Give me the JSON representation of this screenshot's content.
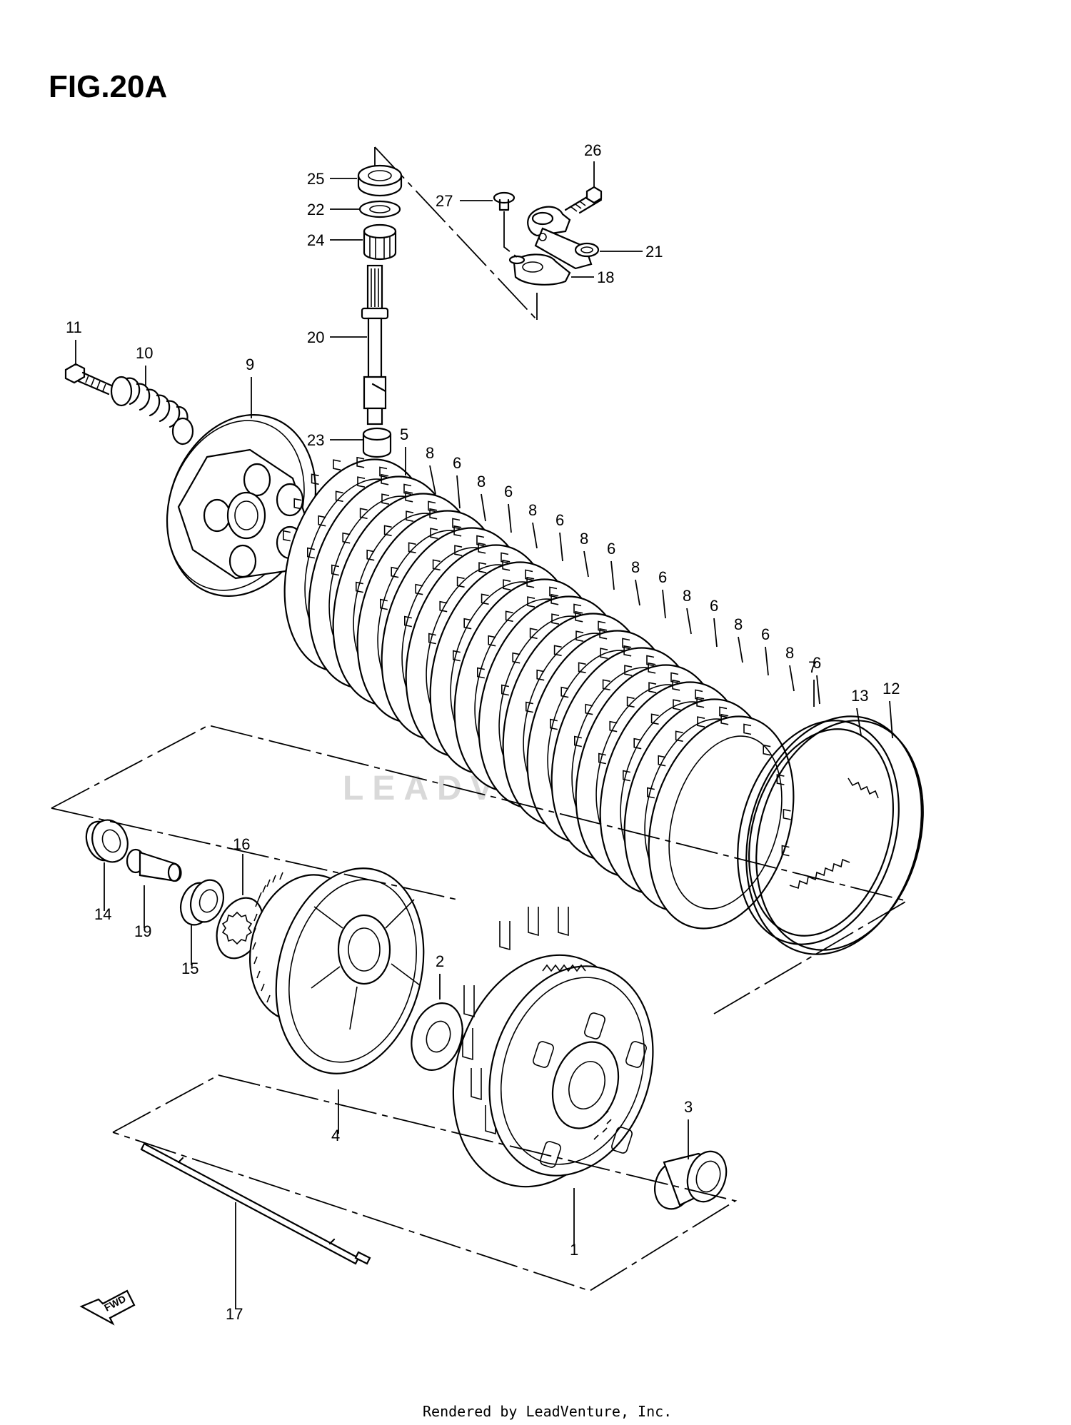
{
  "title": "FIG.20A",
  "footer": "Rendered by LeadVenture, Inc.",
  "watermark": "LEADVENTURE",
  "fwd_label": "FWD",
  "callouts": [
    {
      "id": "c1",
      "label": "1"
    },
    {
      "id": "c2",
      "label": "2"
    },
    {
      "id": "c3",
      "label": "3"
    },
    {
      "id": "c4",
      "label": "4"
    },
    {
      "id": "c5",
      "label": "5"
    },
    {
      "id": "c6a",
      "label": "6"
    },
    {
      "id": "c6b",
      "label": "6"
    },
    {
      "id": "c6c",
      "label": "6"
    },
    {
      "id": "c6d",
      "label": "6"
    },
    {
      "id": "c6e",
      "label": "6"
    },
    {
      "id": "c6f",
      "label": "6"
    },
    {
      "id": "c6g",
      "label": "6"
    },
    {
      "id": "c6h",
      "label": "6"
    },
    {
      "id": "c7",
      "label": "7"
    },
    {
      "id": "c8a",
      "label": "8"
    },
    {
      "id": "c8b",
      "label": "8"
    },
    {
      "id": "c8c",
      "label": "8"
    },
    {
      "id": "c8d",
      "label": "8"
    },
    {
      "id": "c8e",
      "label": "8"
    },
    {
      "id": "c8f",
      "label": "8"
    },
    {
      "id": "c8g",
      "label": "8"
    },
    {
      "id": "c8h",
      "label": "8"
    },
    {
      "id": "c9",
      "label": "9"
    },
    {
      "id": "c10",
      "label": "10"
    },
    {
      "id": "c11",
      "label": "11"
    },
    {
      "id": "c12",
      "label": "12"
    },
    {
      "id": "c13",
      "label": "13"
    },
    {
      "id": "c14",
      "label": "14"
    },
    {
      "id": "c15",
      "label": "15"
    },
    {
      "id": "c16",
      "label": "16"
    },
    {
      "id": "c17",
      "label": "17"
    },
    {
      "id": "c18",
      "label": "18"
    },
    {
      "id": "c19",
      "label": "19"
    },
    {
      "id": "c20",
      "label": "20"
    },
    {
      "id": "c21",
      "label": "21"
    },
    {
      "id": "c22",
      "label": "22"
    },
    {
      "id": "c23",
      "label": "23"
    },
    {
      "id": "c24",
      "label": "24"
    },
    {
      "id": "c25",
      "label": "25"
    },
    {
      "id": "c26",
      "label": "26"
    },
    {
      "id": "c27",
      "label": "27"
    }
  ]
}
